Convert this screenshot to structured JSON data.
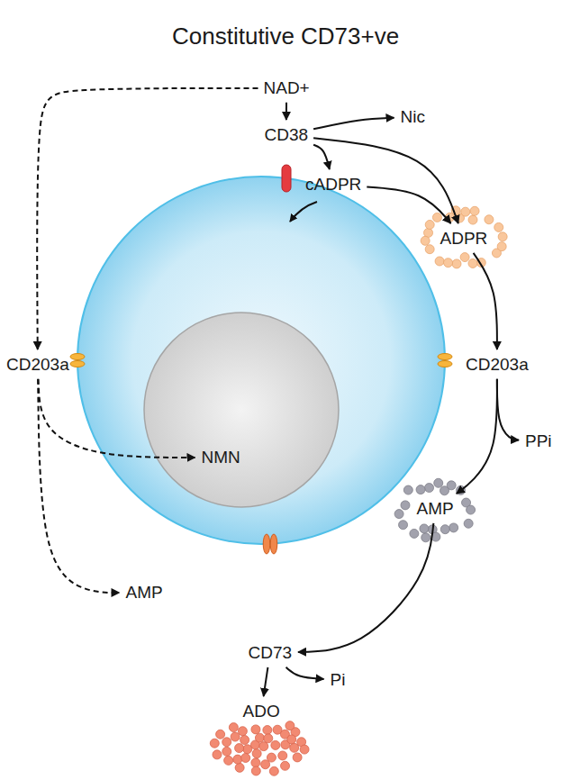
{
  "diagram": {
    "title": "Constitutive CD73+ve",
    "nodes": [
      {
        "text": [
          "NAD+"
        ]
      },
      {
        "text": [
          "CD38"
        ]
      },
      {
        "text": [
          "Nic"
        ]
      },
      {
        "text": [
          "cADPR"
        ]
      },
      {
        "text": [
          "ADPR"
        ]
      },
      {
        "text": [
          "CD203a"
        ]
      },
      {
        "text": [
          "PPi"
        ]
      },
      {
        "text": [
          "AMP"
        ]
      },
      {
        "text": [
          "CD73"
        ]
      },
      {
        "text": [
          "Pi"
        ]
      },
      {
        "text": [
          "ADO"
        ]
      },
      {
        "text": [
          "CD203a"
        ]
      },
      {
        "text": [
          "NMN"
        ]
      },
      {
        "text": [
          "AMP"
        ]
      }
    ],
    "edges": [
      {
        "from": 0,
        "to": 1,
        "arrow": "to"
      },
      {
        "from": 1,
        "to": 2,
        "arrow": "to"
      },
      {
        "from": 1,
        "to": 3,
        "arrow": "to"
      },
      {
        "from": 1,
        "to": 4,
        "arrow": "to"
      },
      {
        "from": 3,
        "to": 4,
        "arrow": "to"
      },
      {
        "from": 4,
        "to": 5,
        "arrow": "to"
      },
      {
        "from": 5,
        "to": 6,
        "arrow": "to"
      },
      {
        "from": 5,
        "to": 7,
        "arrow": "to"
      },
      {
        "from": 7,
        "to": 8,
        "arrow": "to"
      },
      {
        "from": 8,
        "to": 10,
        "arrow": "to"
      },
      {
        "from": 8,
        "to": 9,
        "arrow": "to"
      },
      {
        "from": 0,
        "to": 11,
        "arrow": "to"
      },
      {
        "from": 11,
        "to": 12,
        "arrow": "to"
      },
      {
        "from": 11,
        "to": 13,
        "arrow": "to"
      }
    ]
  }
}
